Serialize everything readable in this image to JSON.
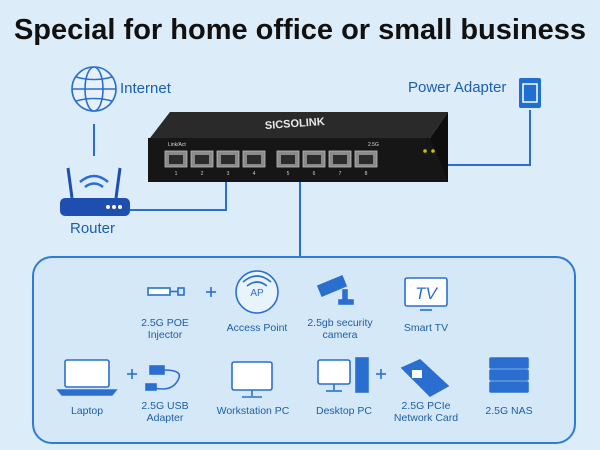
{
  "title": "Special for home office or small business",
  "labels": {
    "internet": "Internet",
    "power_adapter": "Power Adapter",
    "router": "Router"
  },
  "switch": {
    "brand": "SICSOLINK",
    "port_header": "Link/Act",
    "speed": "2.5G",
    "port_numbers": [
      "1",
      "2",
      "3",
      "4",
      "5",
      "6",
      "7",
      "8"
    ]
  },
  "devices": [
    {
      "label": "2.5G POE Injector",
      "icon": "poe-injector-icon"
    },
    {
      "label": "Access Point",
      "icon": "access-point-icon",
      "icon_text": "AP"
    },
    {
      "label": "2.5gb security camera",
      "icon": "security-camera-icon"
    },
    {
      "label": "Smart TV",
      "icon": "smart-tv-icon",
      "icon_text": "TV"
    },
    {
      "label": "Laptop",
      "icon": "laptop-icon"
    },
    {
      "label": "2.5G USB Adapter",
      "icon": "usb-adapter-icon"
    },
    {
      "label": "Workstation PC",
      "icon": "workstation-pc-icon"
    },
    {
      "label": "Desktop PC",
      "icon": "desktop-pc-icon"
    },
    {
      "label": "2.5G PCIe Network Card",
      "icon": "pcie-card-icon"
    },
    {
      "label": "2.5G NAS",
      "icon": "nas-icon"
    }
  ],
  "colors": {
    "accent": "#1a5fb4",
    "background": "#dcecf8",
    "line": "#2e7bd6"
  }
}
